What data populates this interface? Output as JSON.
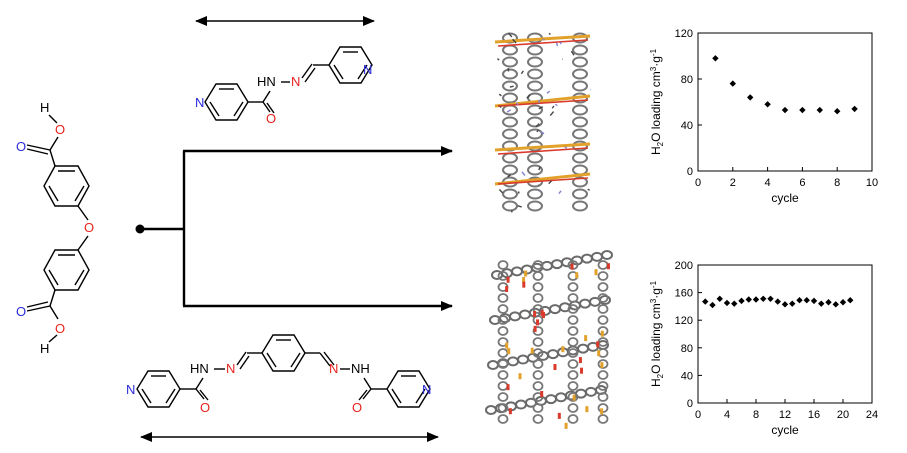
{
  "atoms": {
    "H": "H",
    "O": "O",
    "N": "N",
    "HN": "HN",
    "NH": "NH",
    "HN_dash_N": "HN–N"
  },
  "colors": {
    "oxygen": "#e8241f",
    "nitrogen": "#2b2bd9",
    "bond": "#000000",
    "framework_metal": "#e2a12a",
    "framework_oxygen": "#d93a2b",
    "framework_carbon": "#777777",
    "framework_nitrogen": "#8080d0"
  },
  "chart_data": [
    {
      "type": "scatter",
      "xlabel": "cycle",
      "ylabel_main": "H",
      "ylabel_sub": "2",
      "ylabel_rest": "O loading cm",
      "ylabel_sup1": "3",
      "ylabel_dot": "·g",
      "ylabel_sup2": "-1",
      "xlim": [
        0,
        10
      ],
      "ylim": [
        0,
        120
      ],
      "xticks": [
        0,
        2,
        4,
        6,
        8,
        10
      ],
      "yticks": [
        0,
        40,
        80,
        120
      ],
      "x": [
        1,
        2,
        3,
        4,
        5,
        6,
        7,
        8,
        9
      ],
      "y": [
        98,
        76,
        64,
        58,
        53,
        53,
        53,
        52,
        54
      ]
    },
    {
      "type": "scatter",
      "xlabel": "cycle",
      "ylabel_main": "H",
      "ylabel_sub": "2",
      "ylabel_rest": "O loading cm",
      "ylabel_sup1": "3",
      "ylabel_dot": "·g",
      "ylabel_sup2": "-1",
      "xlim": [
        0,
        24
      ],
      "ylim": [
        0,
        200
      ],
      "xticks": [
        0,
        4,
        8,
        12,
        16,
        20,
        24
      ],
      "yticks": [
        0,
        40,
        80,
        120,
        160,
        200
      ],
      "x": [
        1,
        2,
        3,
        4,
        5,
        6,
        7,
        8,
        9,
        10,
        11,
        12,
        13,
        14,
        15,
        16,
        17,
        18,
        19,
        20,
        21
      ],
      "y": [
        147,
        142,
        151,
        145,
        144,
        148,
        150,
        150,
        151,
        151,
        147,
        143,
        144,
        149,
        149,
        148,
        144,
        146,
        143,
        146,
        149
      ]
    }
  ]
}
